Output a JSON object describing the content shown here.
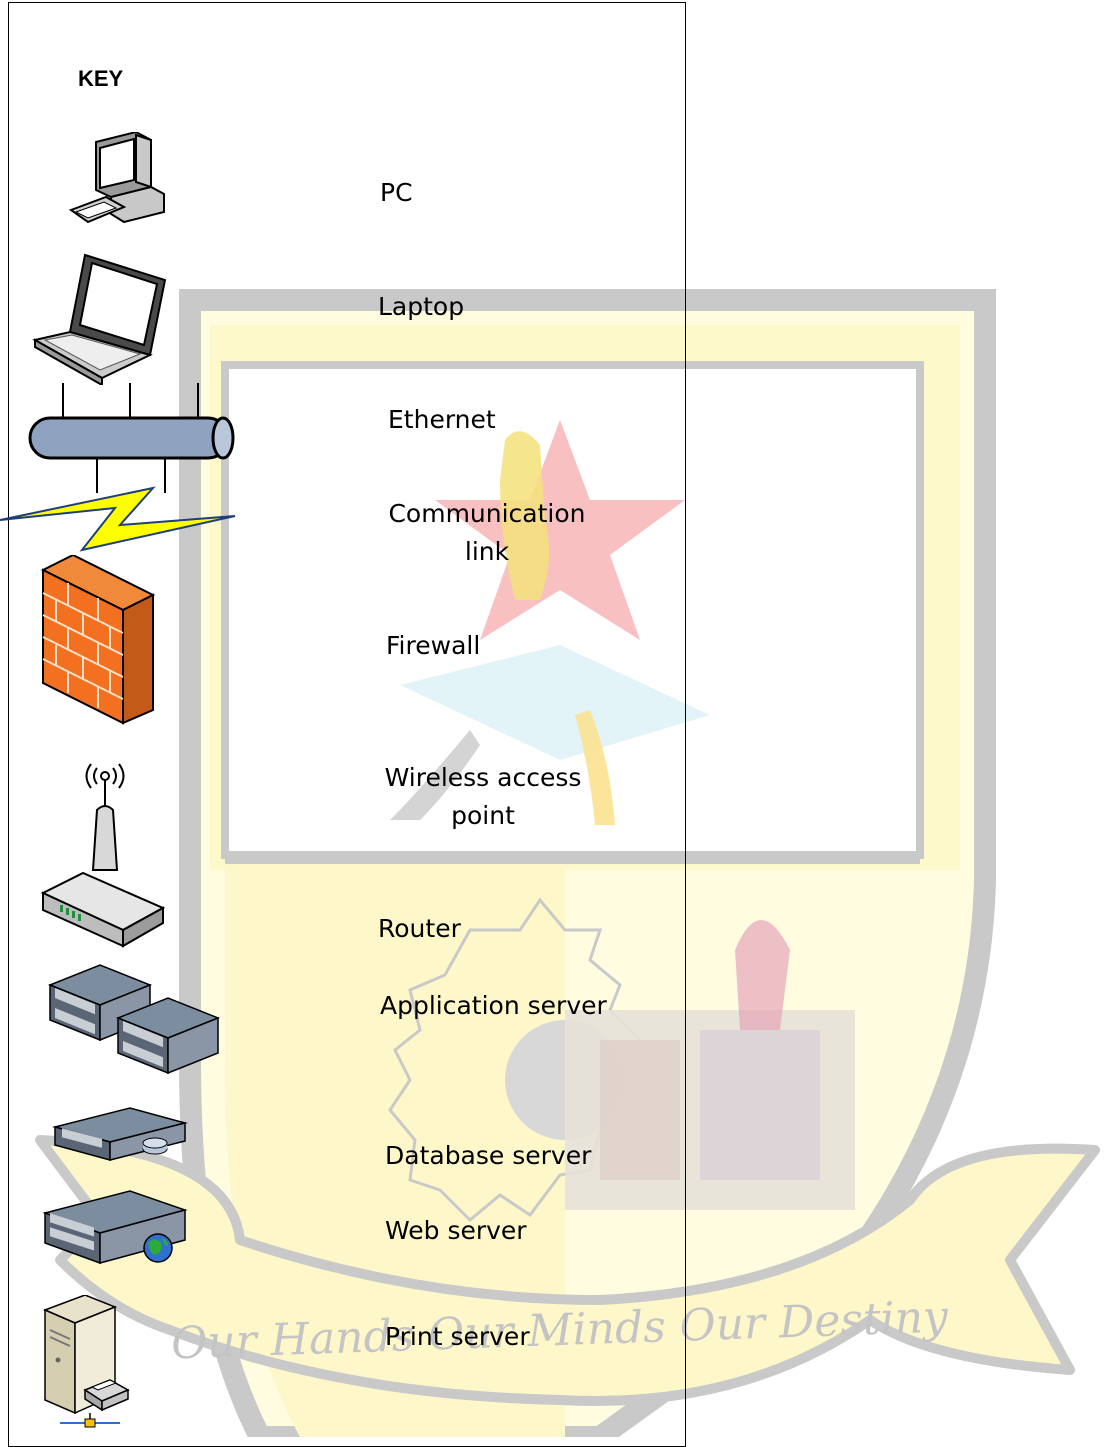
{
  "key_title": "KEY",
  "watermark": {
    "motto": "Our Hands Our Minds Our Destiny",
    "colors": {
      "shield_border": "#c8c8c8",
      "shield_fill": "#fdf7c6",
      "ribbon": "#fdf7c6",
      "star": "#f5a9a9",
      "motto_text": "#c8c8c8"
    }
  },
  "legend": [
    {
      "id": "pc",
      "icon": "pc-icon",
      "label": "PC"
    },
    {
      "id": "laptop",
      "icon": "laptop-icon",
      "label": "Laptop"
    },
    {
      "id": "ethernet",
      "icon": "ethernet-icon",
      "label": "Ethernet"
    },
    {
      "id": "communication-link",
      "icon": "lightning-link-icon",
      "label_line1": "Communication",
      "label_line2": "link"
    },
    {
      "id": "firewall",
      "icon": "firewall-icon",
      "label": "Firewall"
    },
    {
      "id": "wireless-access-point",
      "icon": "wireless-access-point-icon",
      "label_line1": "Wireless access",
      "label_line2": "point"
    },
    {
      "id": "router",
      "icon": "router-icon",
      "label": "Router"
    },
    {
      "id": "application-server",
      "icon": "application-server-icon",
      "label": "Application server"
    },
    {
      "id": "database-server",
      "icon": "database-server-icon",
      "label": "Database server"
    },
    {
      "id": "web-server",
      "icon": "web-server-icon",
      "label": "Web server"
    },
    {
      "id": "print-server",
      "icon": "print-server-icon",
      "label": "Print server"
    }
  ]
}
